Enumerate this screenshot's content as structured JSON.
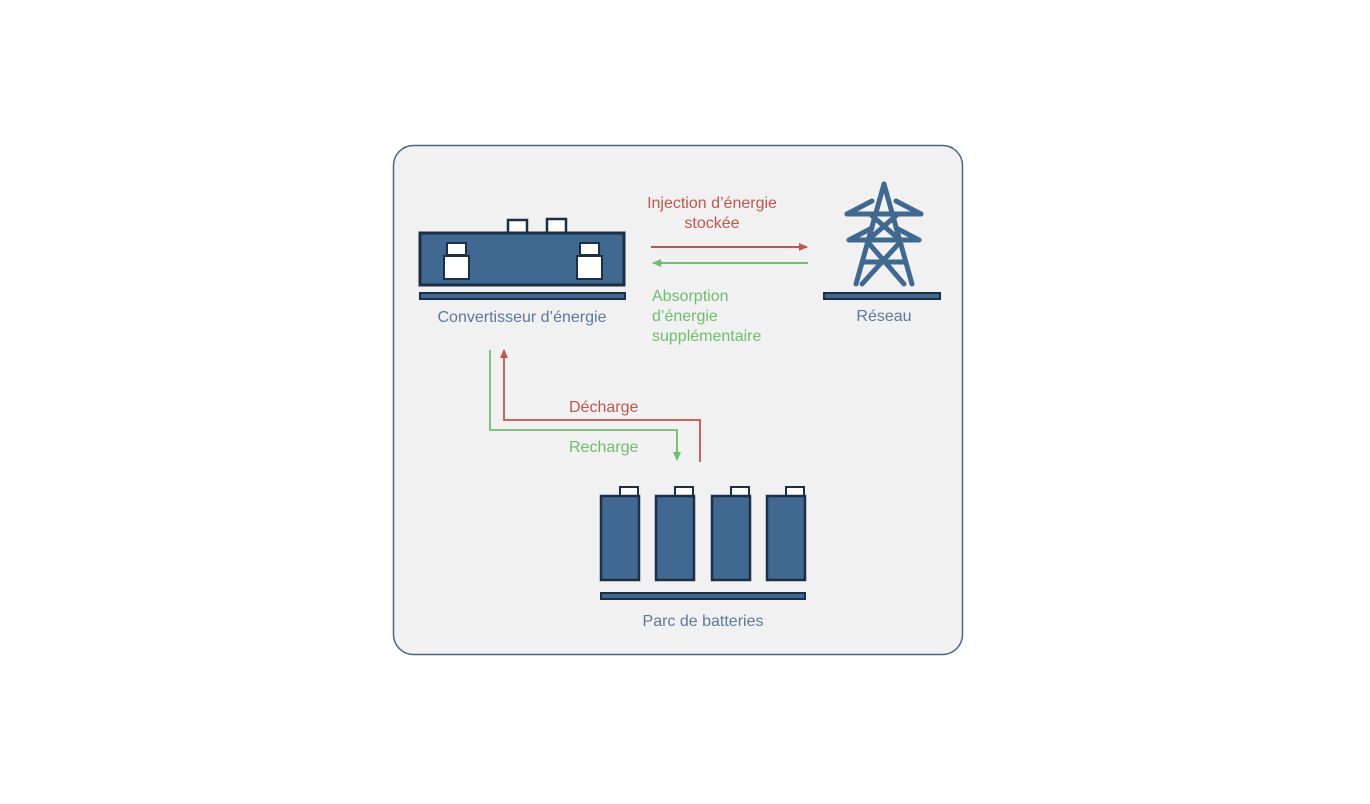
{
  "nodes": {
    "converter": {
      "label": "Convertisseur d’énergie"
    },
    "grid": {
      "label": "Réseau"
    },
    "battery_park": {
      "label": "Parc de batteries"
    }
  },
  "flows": {
    "injection": {
      "line1": "Injection d’énergie",
      "line2": "stockée"
    },
    "absorption": {
      "line1": "Absorption",
      "line2": "d’énergie",
      "line3": "supplémentaire"
    },
    "discharge": {
      "label": "Décharge"
    },
    "recharge": {
      "label": "Recharge"
    }
  },
  "colors": {
    "panel_bg": "#f1f1f1",
    "panel_border": "#4a6585",
    "icon_fill": "#3f6990",
    "icon_stroke": "#1c2f45",
    "discharge_red": "#c0574c",
    "recharge_green": "#6cbf6c",
    "label_blue": "#5a7a9c"
  }
}
